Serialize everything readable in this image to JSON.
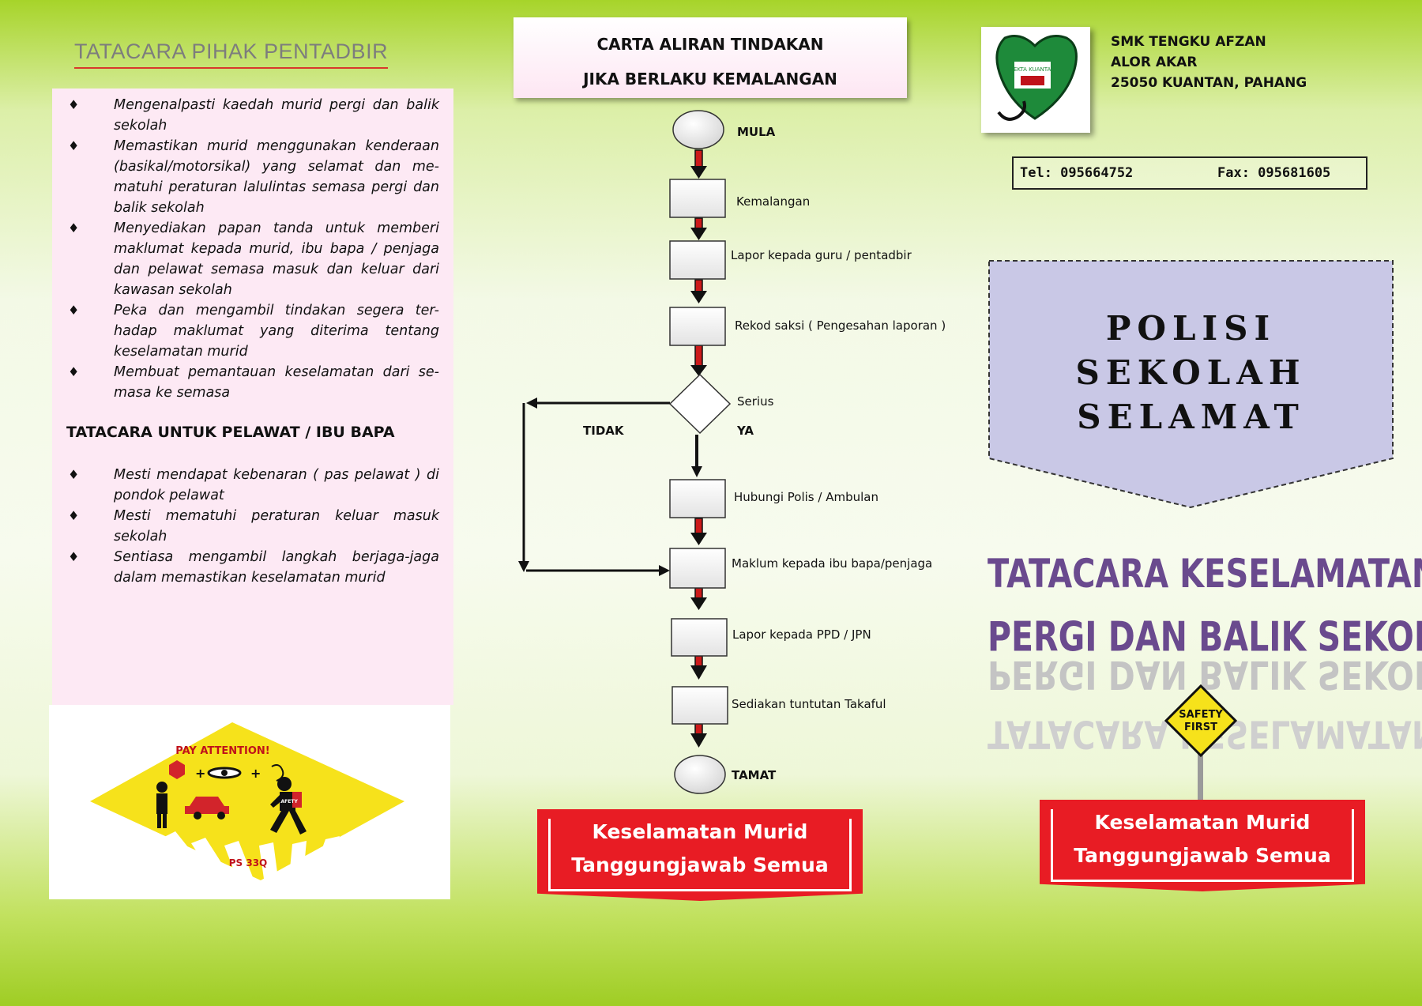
{
  "left": {
    "heading": "TATACARA PIHAK PENTADBIR",
    "admin_items": [
      "Mengenalpasti kaedah murid pergi dan balik sekolah",
      "Memastikan murid menggunakan kenderaan (basikal/motorsikal) yang selamat dan me-matuhi peraturan lalulintas semasa pergi dan balik sekolah",
      "Menyediakan papan tanda untuk memberi maklumat kepada murid, ibu bapa / penjaga dan pelawat semasa masuk dan keluar dari kawasan sekolah",
      "Peka dan mengambil tindakan segera ter-hadap maklumat yang diterima tentang keselamatan murid",
      "Membuat pemantauan keselamatan dari se-masa ke semasa"
    ],
    "visitor_heading": "TATACARA UNTUK PELAWAT / IBU BAPA",
    "visitor_items": [
      "Mesti mendapat kebenaran ( pas pelawat ) di pondok pelawat",
      "Mesti mematuhi peraturan keluar masuk sekolah",
      "Sentiasa mengambil langkah berjaga-jaga dalam memastikan keselamatan murid"
    ],
    "bullet_glyph": "♦",
    "sign_image": {
      "pay_attention": "PAY ATTENTION!",
      "badge": "SAFETY",
      "code": "PS 33Q"
    }
  },
  "center": {
    "title_line1": "CARTA ALIRAN TINDAKAN",
    "title_line2": "JIKA BERLAKU KEMALANGAN",
    "flow": {
      "start": "MULA",
      "steps": [
        "Kemalangan",
        "Lapor kepada guru / pentadbir",
        "Rekod saksi ( Pengesahan laporan )"
      ],
      "decision": "Serius",
      "no_label": "TIDAK",
      "yes_label": "YA",
      "after_steps": [
        "Hubungi Polis / Ambulan",
        "Maklum kepada ibu bapa/penjaga",
        "Lapor kepada PPD / JPN",
        "Sediakan tuntutan Takaful"
      ],
      "end": "TAMAT"
    },
    "banner_line1": "Keselamatan Murid",
    "banner_line2": "Tanggungjawab Semua"
  },
  "right": {
    "logo_text": "SEKTA KUANTAN",
    "school_line1": "SMK TENGKU AFZAN",
    "school_line2": "ALOR AKAR",
    "school_line3": "25050 KUANTAN, PAHANG",
    "tel": "Tel: 095664752",
    "fax": "Fax: 095681605",
    "polisi_line1": "POLISI",
    "polisi_line2": "SEKOLAH",
    "polisi_line3": "SELAMAT",
    "big_title_line1": "TATACARA KESELAMATAN",
    "big_title_line2": "PERGI DAN BALIK SEKOLAH",
    "safety_sign_line1": "SAFETY",
    "safety_sign_line2": "FIRST",
    "banner_line1": "Keselamatan Murid",
    "banner_line2": "Tanggungjawab Semua"
  },
  "colors": {
    "banner_red": "#e81c24",
    "title_purple": "#6a4a8e",
    "pink_panel": "#fde9f4",
    "lavender": "#c9c8e6",
    "arrow_red": "#cc1a1a",
    "sign_yellow": "#f6e21b"
  }
}
